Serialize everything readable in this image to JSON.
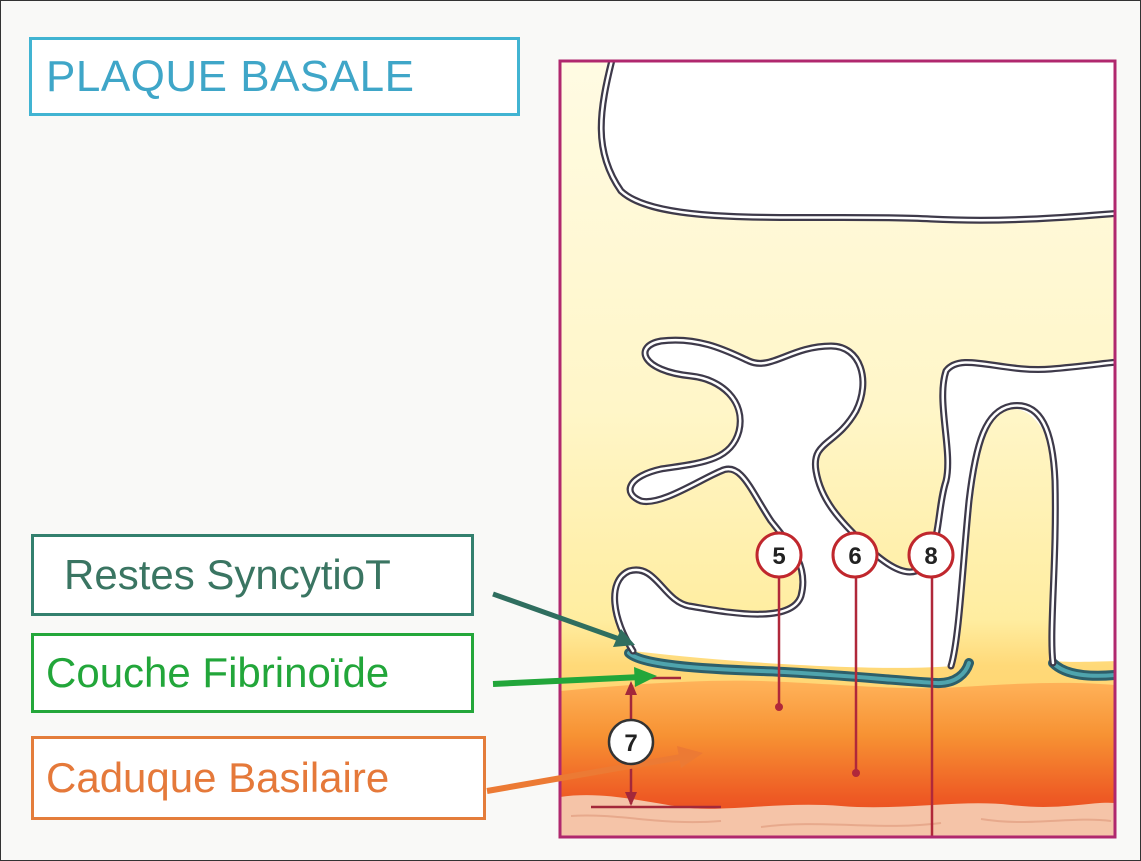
{
  "title": "PLAQUE BASALE",
  "labels": {
    "restes": "Restes SyncytioT",
    "couche": "Couche Fibrinoïde",
    "caduque": "Caduque Basilaire"
  },
  "markers": [
    "5",
    "6",
    "8",
    "7"
  ],
  "colors": {
    "title_border": "#41b4d2",
    "restes": "#33806e",
    "couche": "#24a73a",
    "caduque": "#e47d3b",
    "frame": "#b0286e",
    "marker_ring": "#c0272d"
  }
}
